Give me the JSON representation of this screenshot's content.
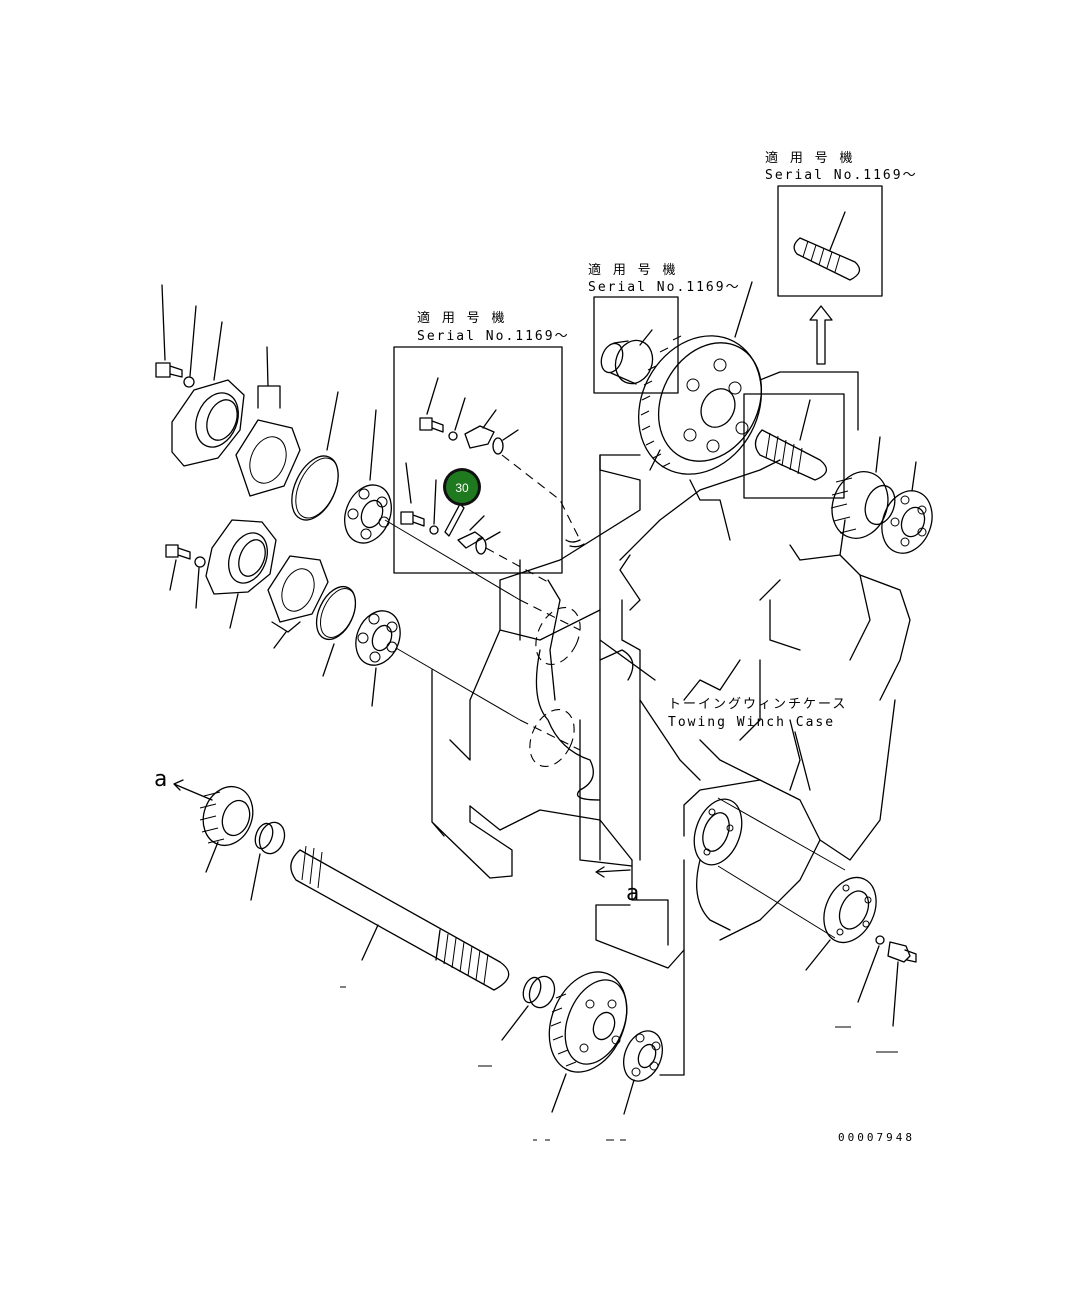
{
  "notes": {
    "applicable_jp": "適 用 号 機",
    "serial": "Serial No.1169～"
  },
  "case_label": {
    "jp": "トーイングウィンチケース",
    "en": "Towing Winch Case"
  },
  "callout": {
    "number": "30",
    "color": "#1f7a1f"
  },
  "reference_letter": "a",
  "drawing_number": "00007948"
}
